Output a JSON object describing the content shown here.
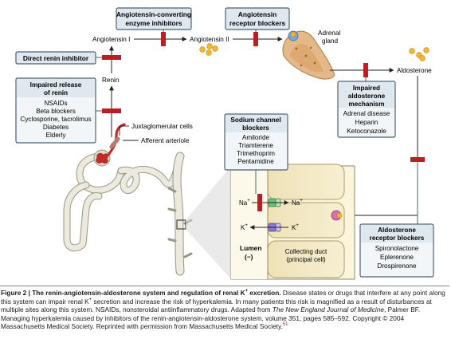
{
  "diagram": {
    "boxes": {
      "ace_inhibitors": {
        "title_line1": "Angiotensin-converting",
        "title_line2": "enzyme inhibitors"
      },
      "arb": {
        "title_line1": "Angiotensin",
        "title_line2": "receptor blockers"
      },
      "direct_renin": {
        "title": "Direct renin inhibitor"
      },
      "impaired_renin": {
        "title_line1": "Impaired release",
        "title_line2": "of renin",
        "items": [
          "NSAIDs",
          "Beta blockers",
          "Cyclosporine, tacrolimus",
          "Diabetes",
          "Elderly"
        ]
      },
      "impaired_aldo": {
        "title_line1": "Impaired",
        "title_line2": "aldosterone",
        "title_line3": "mechanism",
        "items": [
          "Adrenal disease",
          "Heparin",
          "Ketoconazole"
        ]
      },
      "sodium_channel": {
        "title_line1": "Sodium channel",
        "title_line2": "blockers",
        "items": [
          "Amiloride",
          "Triamterene",
          "Trimethoprim",
          "Pentamidine"
        ]
      },
      "aldo_receptor": {
        "title_line1": "Aldosterone",
        "title_line2": "receptor blockers",
        "items": [
          "Spironolactone",
          "Eplerenone",
          "Drospirenone"
        ]
      }
    },
    "labels": {
      "angiotensin_i": "Angiotensin I",
      "angiotensin_ii": "Angiotensin II",
      "adrenal_line1": "Adrenal",
      "adrenal_line2": "gland",
      "aldosterone": "Aldosterone",
      "renin": "Renin",
      "juxtaglomerular": "Juxtaglomerular cells",
      "afferent": "Afferent arteriole",
      "na_left": "Na",
      "na_right": "Na",
      "k_left": "K",
      "k_right": "K",
      "plus": "+",
      "lumen": "Lumen",
      "lumen_sign": "(−)",
      "collecting_line1": "Collecting duct",
      "collecting_line2": "(principal cell)"
    },
    "colors": {
      "box_border": "#4a6275",
      "box_fill": "#f3f6f8",
      "box_title_fill": "#dfe8ee",
      "block_bar": "#b82025",
      "arrow": "#222222",
      "kidney": "#ece9de",
      "kidney_stroke": "#9a9682",
      "glomerulus": "#c42a28",
      "adrenal": "#e4b98a",
      "hormone_dot": "#f0b732",
      "cell_fill": "#f2e8c4",
      "inset_fill": "#fbf5dc"
    }
  },
  "caption": {
    "figure_label": "Figure 2 | The renin-angiotensin-aldosterone system and regulation of renal K",
    "figure_label_sup": "+",
    "figure_label_end": " excretion.",
    "text_1": " Disease states or drugs that interfere at any point along this system can impair renal K",
    "text_1_sup": "+",
    "text_2": " secretion and increase the risk of hyperkalemia. In many patients this risk is magnified as a result of disturbances at multiple sites along this system. NSAIDs, nonsteroidal antiinflammatory drugs. Adapted from ",
    "journal": "The New England Journal of Medicine",
    "text_3": ", Palmer BF. Managing hyperkalemia caused by inhibitors of the renin-angiotensin-aldosterone system, volume 351, pages 585–592. Copyright © 2004 Massachusetts Medical Society. Reprinted with permission from Massachusetts Medical Society.",
    "ref_sup": "51"
  }
}
